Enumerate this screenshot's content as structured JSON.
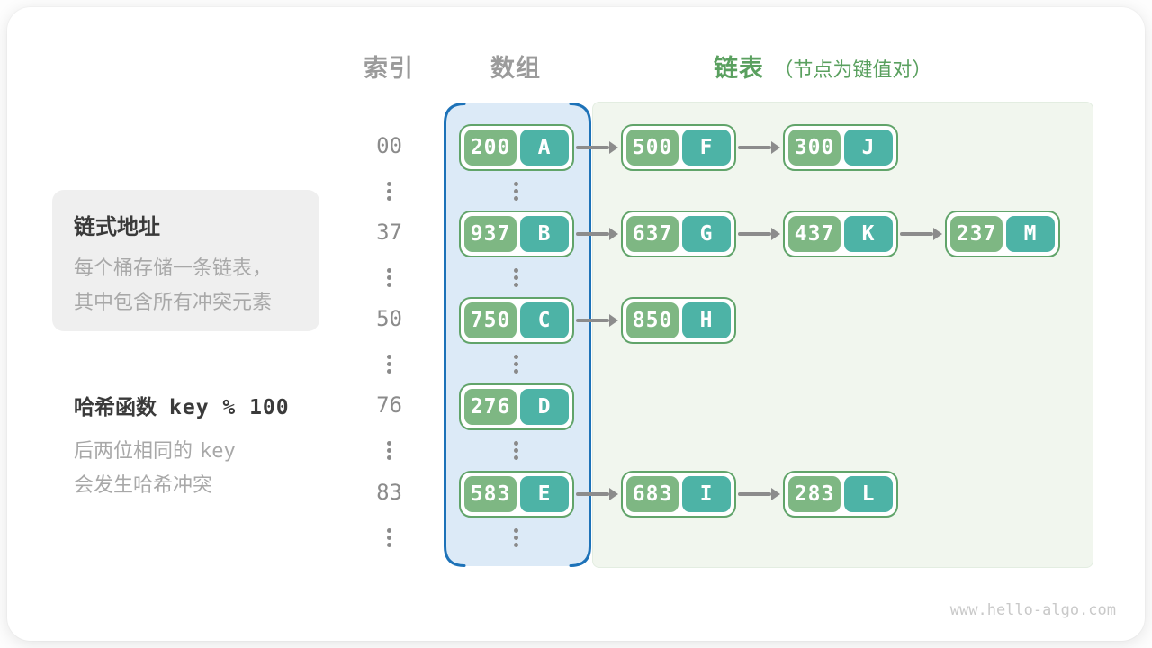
{
  "headers": {
    "index": "索引",
    "array": "数组",
    "list": "链表",
    "list_note": "（节点为键值对）"
  },
  "info_box": {
    "title": "链式地址",
    "line1": "每个桶存储一条链表，",
    "line2": "其中包含所有冲突元素"
  },
  "hash_note": {
    "label": "哈希函数",
    "code": "key % 100",
    "line1_text": "后两位相同的",
    "line1_code": "key",
    "line2": "会发生哈希冲突"
  },
  "rows": [
    {
      "index": "00",
      "bucket": {
        "key": "200",
        "val": "A"
      },
      "chain": [
        {
          "key": "500",
          "val": "F"
        },
        {
          "key": "300",
          "val": "J"
        }
      ]
    },
    {
      "index": "37",
      "bucket": {
        "key": "937",
        "val": "B"
      },
      "chain": [
        {
          "key": "637",
          "val": "G"
        },
        {
          "key": "437",
          "val": "K"
        },
        {
          "key": "237",
          "val": "M"
        }
      ]
    },
    {
      "index": "50",
      "bucket": {
        "key": "750",
        "val": "C"
      },
      "chain": [
        {
          "key": "850",
          "val": "H"
        }
      ]
    },
    {
      "index": "76",
      "bucket": {
        "key": "276",
        "val": "D"
      },
      "chain": []
    },
    {
      "index": "83",
      "bucket": {
        "key": "583",
        "val": "E"
      },
      "chain": [
        {
          "key": "683",
          "val": "I"
        },
        {
          "key": "283",
          "val": "L"
        }
      ]
    }
  ],
  "watermark": "www.hello-algo.com",
  "colors": {
    "accent-blue": "#1d72b8",
    "array-bg": "#dceaf7",
    "list-bg": "#f1f6ee",
    "list-border": "#e3ede1",
    "node-border": "#61a46a",
    "key-green": "#7eb783",
    "val-teal": "#4db3a6",
    "arrow-gray": "#8c8c8c",
    "text-dark": "#3a3a3a",
    "text-gray": "#a8a8a8",
    "muted-gray": "#9b9b9b",
    "green-header": "#5aa05f"
  }
}
